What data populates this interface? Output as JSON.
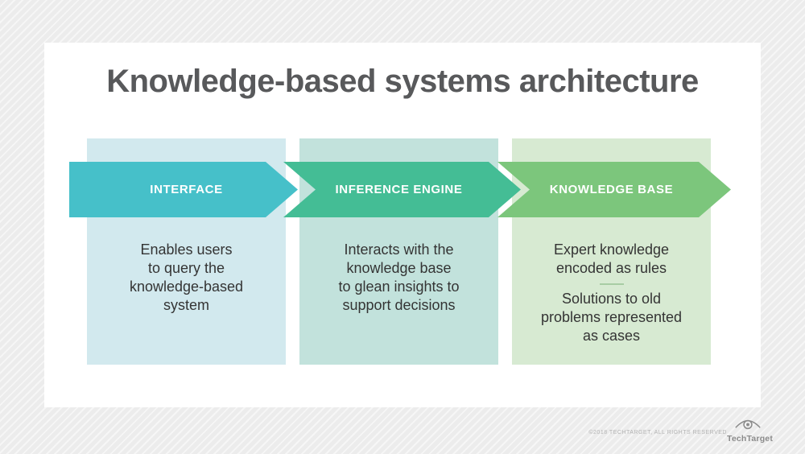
{
  "page": {
    "title": "Knowledge-based systems architecture"
  },
  "columns": [
    {
      "id": "interface",
      "arrow_label": "INTERFACE",
      "description": "Enables users\nto query the\nknowledge-based\nsystem",
      "arrow_color": "#46c0c9",
      "bg_color": "#d2e9ee"
    },
    {
      "id": "inference-engine",
      "arrow_label": "INFERENCE ENGINE",
      "description": "Interacts with the\nknowledge base\nto glean insights to\nsupport decisions",
      "arrow_color": "#44bd95",
      "bg_color": "#c2e2dc"
    },
    {
      "id": "knowledge-base",
      "arrow_label": "KNOWLEDGE BASE",
      "description": "Expert knowledge\nencoded as rules",
      "description2": "Solutions to old\nproblems represented\nas cases",
      "arrow_color": "#7cc67c",
      "bg_color": "#d7ead2"
    }
  ],
  "footer": {
    "copyright": "©2018 TECHTARGET, ALL RIGHTS RESERVED",
    "brand": "TechTarget"
  },
  "colors": {
    "title_text": "#58595b",
    "body_text": "#343434",
    "card_background": "#ffffff",
    "page_background": "#ececec",
    "divider_green": "#a8cda4",
    "footer_gray": "#8b8b8b"
  }
}
